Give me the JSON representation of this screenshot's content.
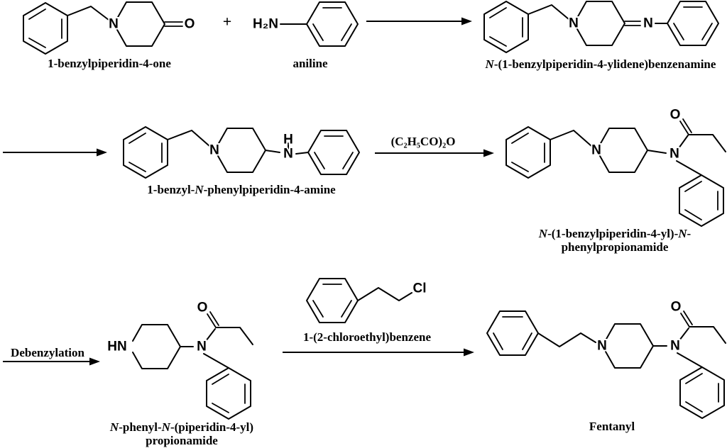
{
  "page": {
    "background": "#ffffff",
    "ink": "#000000"
  },
  "atoms": {
    "n": "N",
    "o": "O",
    "h": "H",
    "hn": "HN",
    "h2n": "H₂N",
    "cl": "Cl"
  },
  "operators": {
    "plus": "+"
  },
  "reagents": {
    "acylation": "(C₂H₅CO)₂O",
    "debenzylation": "Debenzylation"
  },
  "compounds": {
    "benzylpiperidinone": {
      "name": [
        {
          "t": "1-benzylpiperidin-4-one"
        }
      ]
    },
    "aniline": {
      "name": [
        {
          "t": "aniline"
        }
      ]
    },
    "ylidene_imine": {
      "name": [
        {
          "t": "N",
          "i": true
        },
        {
          "t": "-(1-benzylpiperidin-4-ylidene)benzenamine"
        }
      ]
    },
    "benzyl_amine": {
      "name": [
        {
          "t": "1-benzyl-"
        },
        {
          "t": "N",
          "i": true
        },
        {
          "t": "-phenylpiperidin-4-amine"
        }
      ]
    },
    "benzyl_propionamide": {
      "line1": [
        {
          "t": "N",
          "i": true
        },
        {
          "t": "-(1-benzylpiperidin-4-yl)-"
        },
        {
          "t": "N",
          "i": true
        },
        {
          "t": "-"
        }
      ],
      "line2": [
        {
          "t": "phenylpropionamide"
        }
      ]
    },
    "norfentanyl_propionamide": {
      "line1": [
        {
          "t": "N",
          "i": true
        },
        {
          "t": "-phenyl-"
        },
        {
          "t": "N",
          "i": true
        },
        {
          "t": "-(piperidin-4-yl)"
        }
      ],
      "line2": [
        {
          "t": "propionamide"
        }
      ]
    },
    "chloroethylbenzene": {
      "name": [
        {
          "t": "1-(2-chloroethyl)benzene"
        }
      ]
    },
    "fentanyl": {
      "name": [
        {
          "t": "Fentanyl"
        }
      ]
    }
  }
}
